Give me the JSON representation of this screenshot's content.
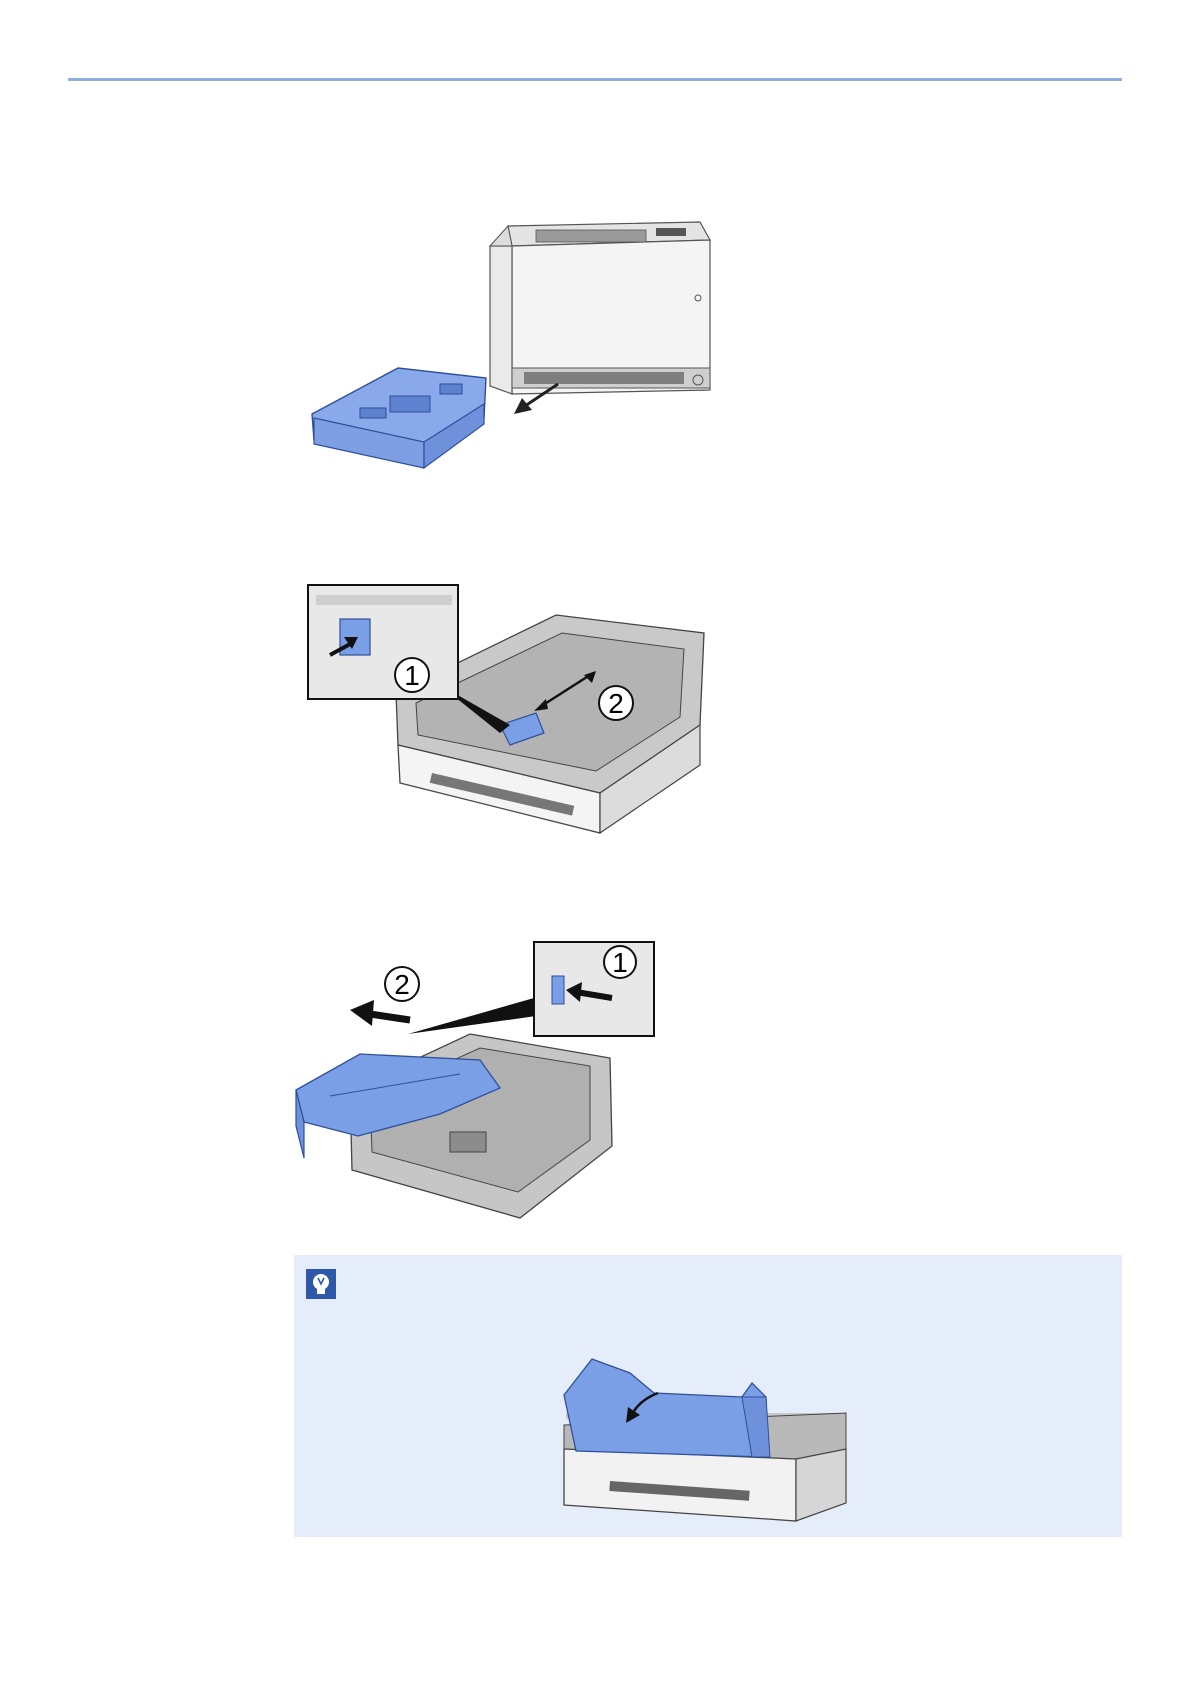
{
  "figures": [
    {
      "id": "printer-tray-removal",
      "callouts": []
    },
    {
      "id": "length-guide-adjust",
      "callouts": [
        "1",
        "2"
      ]
    },
    {
      "id": "tray-extension",
      "callouts": [
        "1",
        "2"
      ]
    }
  ],
  "note": {
    "icon": "note-icon",
    "figure": {
      "id": "tray-extension-fold",
      "callouts": []
    }
  },
  "colors": {
    "rule": "#8fb0dd",
    "note_background": "#e6edfa",
    "part_highlight": "#7a9fe6",
    "device_body": "#f2f2f2",
    "tray_grey": "#b9b9b9"
  }
}
